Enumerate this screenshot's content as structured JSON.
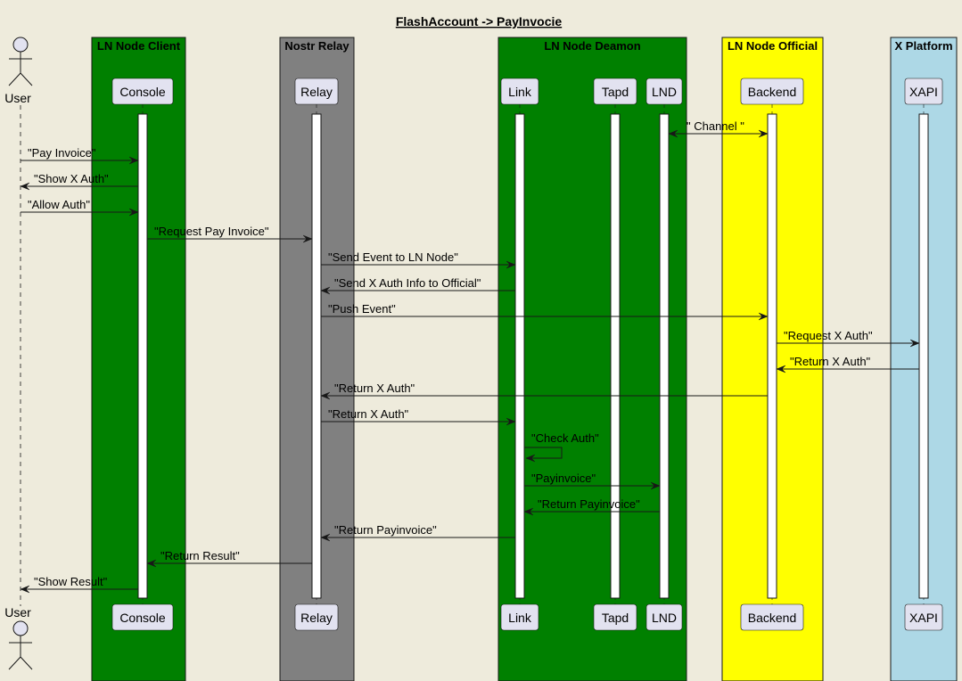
{
  "title": "FlashAccount -> PayInvocie",
  "colors": {
    "background": "#eeebdc",
    "ln_node_client": "#008000",
    "nostr_relay": "#808080",
    "ln_node_deamon": "#008000",
    "ln_node_official": "#ffff00",
    "x_platform": "#add8e6",
    "participant_fill": "#e2e2f0",
    "lifeline_fill": "#ffffff",
    "line": "#181818"
  },
  "boxes": [
    {
      "id": "client",
      "label": "LN Node Client",
      "color": "#008000"
    },
    {
      "id": "relay",
      "label": "Nostr Relay",
      "color": "#808080"
    },
    {
      "id": "deamon",
      "label": "LN Node Deamon",
      "color": "#008000"
    },
    {
      "id": "official",
      "label": "LN Node Official",
      "color": "#ffff00"
    },
    {
      "id": "xplatform",
      "label": "X Platform",
      "color": "#add8e6"
    }
  ],
  "actor": {
    "label": "User"
  },
  "participants": [
    {
      "id": "console",
      "label": "Console"
    },
    {
      "id": "relay",
      "label": "Relay"
    },
    {
      "id": "link",
      "label": "Link"
    },
    {
      "id": "tapd",
      "label": "Tapd"
    },
    {
      "id": "lnd",
      "label": "LND"
    },
    {
      "id": "backend",
      "label": "Backend"
    },
    {
      "id": "xapi",
      "label": "XAPI"
    }
  ],
  "messages": [
    {
      "from": "lnd",
      "to": "backend",
      "label": "\" Channel \"",
      "bidirectional": true
    },
    {
      "from": "user",
      "to": "console",
      "label": "\"Pay Invoice\""
    },
    {
      "from": "console",
      "to": "user",
      "label": "\"Show X Auth\""
    },
    {
      "from": "user",
      "to": "console",
      "label": "\"Allow Auth\""
    },
    {
      "from": "console",
      "to": "relay",
      "label": "\"Request Pay Invoice\""
    },
    {
      "from": "relay",
      "to": "link",
      "label": "\"Send Event to LN Node\""
    },
    {
      "from": "link",
      "to": "relay",
      "label": "\"Send X Auth Info to Official\""
    },
    {
      "from": "relay",
      "to": "backend",
      "label": "\"Push Event\""
    },
    {
      "from": "backend",
      "to": "xapi",
      "label": "\"Request X Auth\""
    },
    {
      "from": "xapi",
      "to": "backend",
      "label": "\"Return X Auth\""
    },
    {
      "from": "backend",
      "to": "relay",
      "label": "\"Return X Auth\""
    },
    {
      "from": "relay",
      "to": "link",
      "label": "\"Return X Auth\""
    },
    {
      "from": "link",
      "to": "link",
      "label": "\"Check Auth\"",
      "self": true
    },
    {
      "from": "link",
      "to": "lnd",
      "label": "\"Payinvoice\""
    },
    {
      "from": "lnd",
      "to": "link",
      "label": "\"Return Payinvoice\""
    },
    {
      "from": "link",
      "to": "relay",
      "label": "\"Return Payinvoice\""
    },
    {
      "from": "relay",
      "to": "console",
      "label": "\"Return Result\""
    },
    {
      "from": "console",
      "to": "user",
      "label": "\"Show Result\""
    }
  ]
}
